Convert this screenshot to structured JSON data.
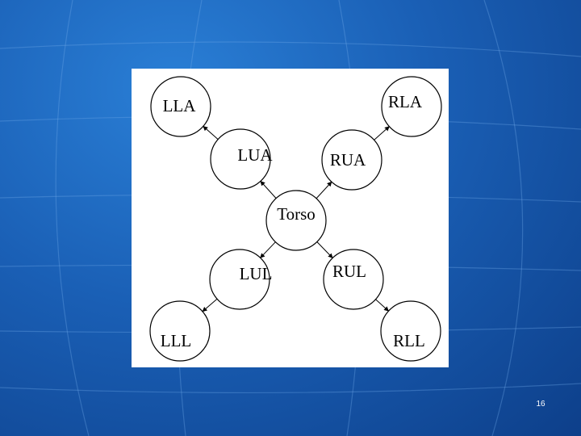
{
  "diagram": {
    "nodes": [
      {
        "id": "torso",
        "label": "Torso"
      },
      {
        "id": "lua",
        "label": "LUA"
      },
      {
        "id": "rua",
        "label": "RUA"
      },
      {
        "id": "lla",
        "label": "LLA"
      },
      {
        "id": "rla",
        "label": "RLA"
      },
      {
        "id": "lul",
        "label": "LUL"
      },
      {
        "id": "rul",
        "label": "RUL"
      },
      {
        "id": "lll",
        "label": "LLL"
      },
      {
        "id": "rll",
        "label": "RLL"
      }
    ],
    "edges": [
      {
        "from": "torso",
        "to": "lua"
      },
      {
        "from": "torso",
        "to": "rua"
      },
      {
        "from": "torso",
        "to": "lul"
      },
      {
        "from": "torso",
        "to": "rul"
      },
      {
        "from": "lua",
        "to": "lla"
      },
      {
        "from": "rua",
        "to": "rla"
      },
      {
        "from": "lul",
        "to": "lll"
      },
      {
        "from": "rul",
        "to": "rll"
      }
    ]
  },
  "slide": {
    "page_number": "16"
  }
}
